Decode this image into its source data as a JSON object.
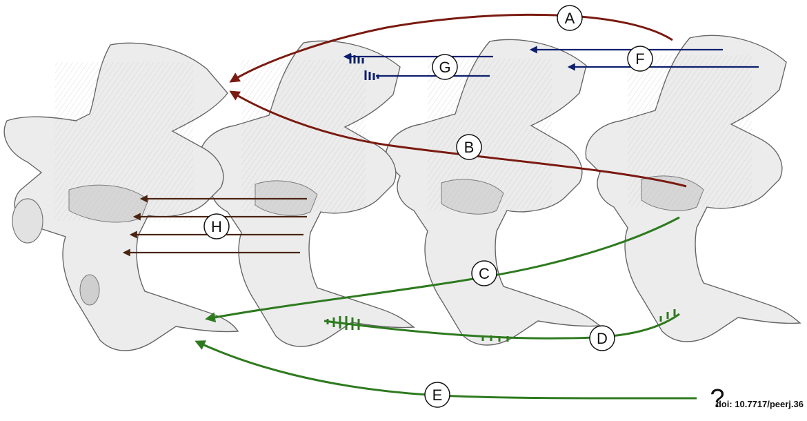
{
  "labels": {
    "a": "A",
    "b": "B",
    "c": "C",
    "d": "D",
    "e": "E",
    "f": "F",
    "g": "G",
    "h": "H"
  },
  "unknown_origin_mark": "?",
  "doi": "doi: 10.7717/peerj.36",
  "colors": {
    "red_arrows": "#7a1a10",
    "green_arrows": "#2e7a1f",
    "blue_arrows": "#0d1f6e",
    "brown_arrows": "#4a2410",
    "bone_fill": "#ececec",
    "bone_outline": "#666666"
  }
}
